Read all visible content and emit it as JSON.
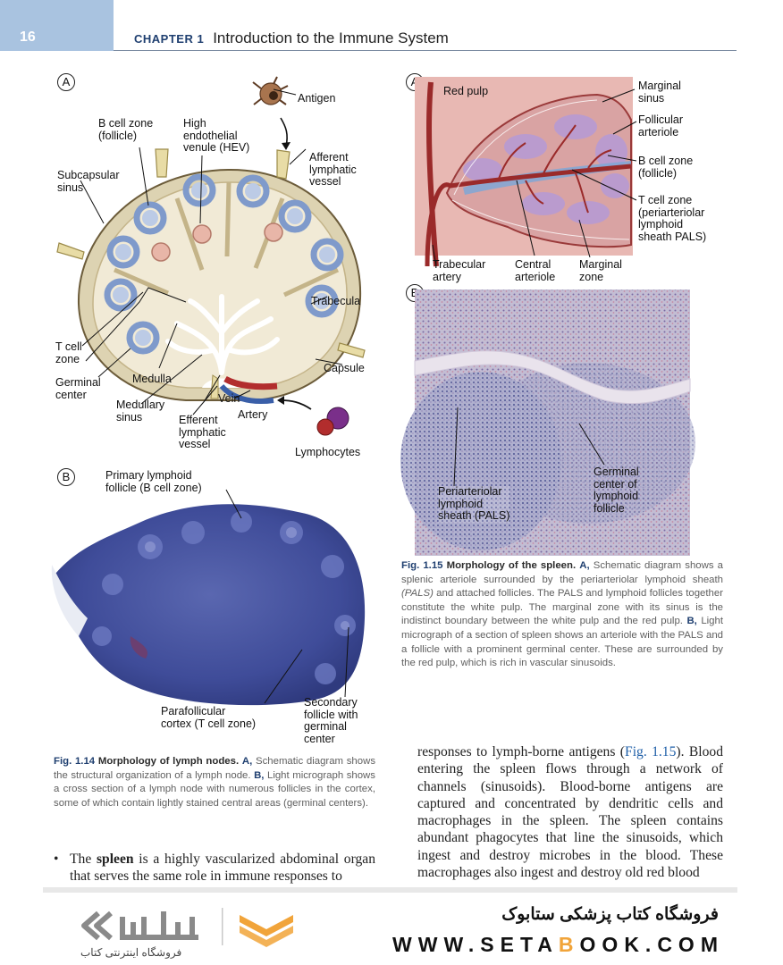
{
  "header": {
    "page_number": "16",
    "chapter_label": "CHAPTER 1",
    "chapter_title": "Introduction to the Immune System"
  },
  "fig14": {
    "panel_a": "A",
    "panel_b": "B",
    "labels": {
      "antigen": "Antigen",
      "b_cell_zone": [
        "B cell zone",
        "(follicle)"
      ],
      "hev": [
        "High",
        "endothelial",
        "venule (HEV)"
      ],
      "afferent": [
        "Afferent",
        "lymphatic",
        "vessel"
      ],
      "subcapsular": [
        "Subcapsular",
        "sinus"
      ],
      "trabecula": "Trabecula",
      "t_cell_zone": [
        "T cell",
        "zone"
      ],
      "capsule": "Capsule",
      "germinal": [
        "Germinal",
        "center"
      ],
      "medulla": "Medulla",
      "medullary": [
        "Medullary",
        "sinus"
      ],
      "vein": "Vein",
      "artery": "Artery",
      "efferent": [
        "Efferent",
        "lymphatic",
        "vessel"
      ],
      "lymphocytes": "Lymphocytes",
      "primary": [
        "Primary lymphoid",
        "follicle (B cell zone)"
      ],
      "parafollicular": [
        "Parafollicular",
        "cortex (T cell zone)"
      ],
      "secondary": [
        "Secondary",
        "follicle with",
        "germinal",
        "center"
      ]
    },
    "caption": {
      "fig": "Fig. 1.14",
      "title": "Morphology of lymph nodes.",
      "a": "A,",
      "text_a": "Schematic diagram shows the structural organization of a lymph node.",
      "b": "B,",
      "text_b": "Light micrograph shows a cross section of a lymph node with numerous follicles in the cortex, some of which contain lightly stained central areas (germinal centers)."
    }
  },
  "fig15": {
    "panel_a": "A",
    "panel_b": "B",
    "labels": {
      "red_pulp": "Red pulp",
      "marginal_sinus": [
        "Marginal",
        "sinus"
      ],
      "follicular_arteriole": [
        "Follicular",
        "arteriole"
      ],
      "b_cell_zone": [
        "B cell zone",
        "(follicle)"
      ],
      "t_cell_zone": [
        "T cell zone",
        "(periarteriolar",
        "lymphoid",
        "sheath PALS)"
      ],
      "trabecular": [
        "Trabecular",
        "artery"
      ],
      "central": [
        "Central",
        "arteriole"
      ],
      "marginal_zone": [
        "Marginal",
        "zone"
      ],
      "pals": [
        "Periarteriolar",
        "lymphoid",
        "sheath (PALS)"
      ],
      "germinal": [
        "Germinal",
        "center of",
        "lymphoid",
        "follicle"
      ]
    },
    "caption": {
      "fig": "Fig. 1.15",
      "title": "Morphology of the spleen.",
      "a": "A,",
      "text_a": "Schematic diagram shows a splenic arteriole surrounded by the periarteriolar lymphoid sheath",
      "pals": "(PALS)",
      "text_a2": "and attached follicles. The PALS and lymphoid follicles together constitute the white pulp. The marginal zone with its sinus is the indistinct boundary between the white pulp and the red pulp.",
      "b": "B,",
      "text_b": "Light micrograph of a section of spleen shows an arteriole with the PALS and a follicle with a prominent germinal center. These are surrounded by the red pulp, which is rich in vascular sinusoids."
    }
  },
  "body": {
    "right_col_1": "responses to lymph-borne antigens (",
    "fig_ref": "Fig. 1.15",
    "right_col_2": "). Blood entering the spleen flows through a network of channels (sinusoids). Blood-borne antigens are captured and concentrated by dendritic cells and macrophages in the spleen. The spleen contains abundant phagocytes that line the sinusoids, which ingest and destroy microbes in the blood. These macrophages also ingest and destroy old red blood",
    "bullet": "•",
    "left_col_1": "The",
    "spleen": "spleen",
    "left_col_2": "is a highly vascularized abdominal organ that serves the same role in immune responses to"
  },
  "footer": {
    "persian_title": "فروشگاه کتاب پزشکی ستابوک",
    "url_1": "WWW.SETA",
    "url_b": "B",
    "url_2": "OOK.COM",
    "logo_subtitle": "فروشگاه اینترنتی کتاب"
  },
  "colors": {
    "accent": "#1f3f70",
    "header_block": "#a9c3e0",
    "brand_orange": "#f1a43a",
    "brand_gray": "#8a8a8a"
  }
}
